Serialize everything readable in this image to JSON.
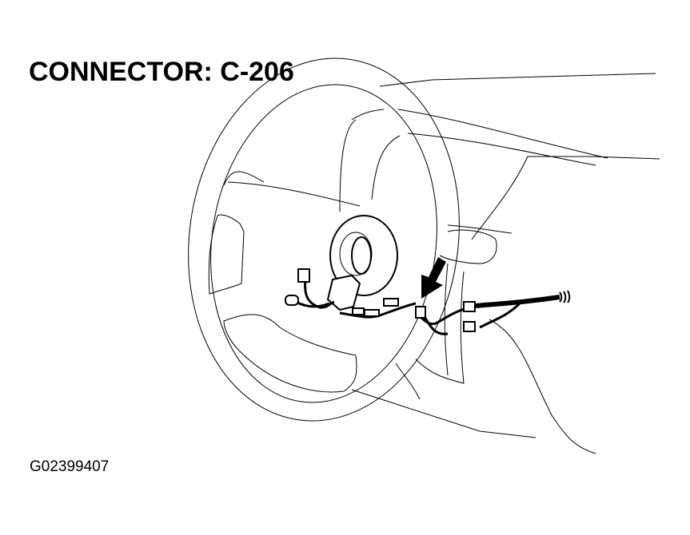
{
  "diagram": {
    "title": "CONNECTOR: C-206",
    "figure_id": "G02399407",
    "subject": "steering wheel with clock spring and wiring harness connectors",
    "callout": "arrow-pointing-to-connector-c206",
    "colors": {
      "background": "#ffffff",
      "line": "#000000"
    }
  }
}
